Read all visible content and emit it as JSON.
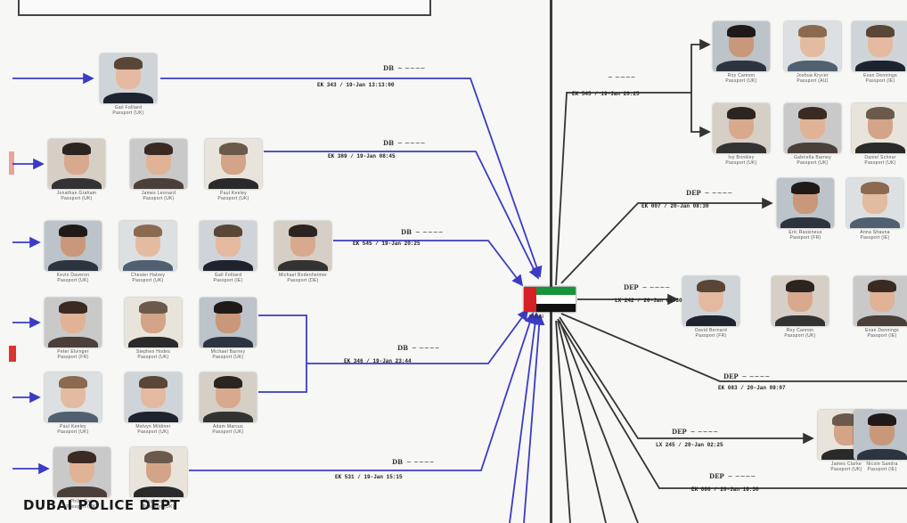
{
  "footer": {
    "text": "DUBAI POLICE DEPT"
  },
  "flag": {
    "name": "uae-flag",
    "colors": {
      "red": "#d61f26",
      "green": "#17933a",
      "white": "#ffffff",
      "black": "#111111"
    }
  },
  "colors": {
    "left_edges": "#3b3bc4",
    "right_edges": "#333333",
    "divider": "#3a3a3a",
    "background": "#f7f7f5"
  },
  "edge_labels": [
    {
      "code": "DB",
      "script": "~ ~~~~",
      "text": "EK 343 / 19-Jan 13:13:00"
    },
    {
      "code": "DB",
      "script": "~ ~~~~",
      "text": "EK 389 / 19-Jan 08:45"
    },
    {
      "code": "DB",
      "script": "~ ~~~~",
      "text": "EK 545 / 19-Jan 20:25"
    },
    {
      "code": "DB",
      "script": "~ ~~~~",
      "text": "EK 346 / 19-Jan 23:44"
    },
    {
      "code": "DB",
      "script": "~ ~~~~",
      "text": "EK 531 / 19-Jan 15:15"
    },
    {
      "code": "",
      "script": "~ ~~~~",
      "text": "EK 545 / 19-Jan 20:25"
    },
    {
      "code": "DEP",
      "script": "~ ~~~~",
      "text": "EK 007 / 20-Jan 08:30"
    },
    {
      "code": "DEP",
      "script": "~ ~~~~",
      "text": "LX 242 / 20-Jan 08:30"
    },
    {
      "code": "DEP",
      "script": "~ ~~~~",
      "text": "EK 083 / 20-Jan 09:07"
    },
    {
      "code": "DEP",
      "script": "~ ~~~~",
      "text": "LX 245 / 20-Jan 02:25"
    },
    {
      "code": "DEP",
      "script": "~ ~~~~",
      "text": "EK 086 / 20-Jan 18:30"
    }
  ],
  "hub_caption": "DUBAI",
  "people": [
    {
      "name": "Gail Folliard",
      "sub": "Passport (UK)"
    },
    {
      "name": "Jonathan Graham",
      "sub": "Passport (UK)"
    },
    {
      "name": "James Leonard",
      "sub": "Passport (UK)"
    },
    {
      "name": "Paul Keeley",
      "sub": "Passport (UK)"
    },
    {
      "name": "Kevin Daveron",
      "sub": "Passport (UK)"
    },
    {
      "name": "Chester Halvey",
      "sub": "Passport (UK)"
    },
    {
      "name": "Gail Folliard",
      "sub": "Passport (IE)"
    },
    {
      "name": "Michael Bodenheimer",
      "sub": "Passport (DE)"
    },
    {
      "name": "Peter Elvinger",
      "sub": "Passport (FR)"
    },
    {
      "name": "Stephen Hodes",
      "sub": "Passport (UK)"
    },
    {
      "name": "Michael Barney",
      "sub": "Passport (UK)"
    },
    {
      "name": "Paul Keeley",
      "sub": "Passport (UK)"
    },
    {
      "name": "Melvyn Mildiner",
      "sub": "Passport (UK)"
    },
    {
      "name": "Adam Marcus",
      "sub": "Passport (UK)"
    },
    {
      "name": "Philip Carr",
      "sub": "Passport (UK)"
    },
    {
      "name": "Stephen Keith",
      "sub": "Passport (UK)"
    },
    {
      "name": "Roy Cannon",
      "sub": "Passport (UK)"
    },
    {
      "name": "Joshua Krycer",
      "sub": "Passport (AU)"
    },
    {
      "name": "Evan Dennings",
      "sub": "Passport (IE)"
    },
    {
      "name": "Ivy Brinkley",
      "sub": "Passport (UK)"
    },
    {
      "name": "Gabriella Barney",
      "sub": "Passport (UK)"
    },
    {
      "name": "Daniel Schnur",
      "sub": "Passport (UK)"
    },
    {
      "name": "Eric Rassineux",
      "sub": "Passport (FR)"
    },
    {
      "name": "Anna Shauna",
      "sub": "Passport (IE)"
    },
    {
      "name": "David Bernard",
      "sub": "Passport (FR)"
    },
    {
      "name": "Roy Cannon",
      "sub": "Passport (UK)"
    },
    {
      "name": "Evan Dennings",
      "sub": "Passport (IE)"
    },
    {
      "name": "James Clarke",
      "sub": "Passport (UK)"
    },
    {
      "name": "Nicole Sandra",
      "sub": "Passport (IE)"
    }
  ]
}
